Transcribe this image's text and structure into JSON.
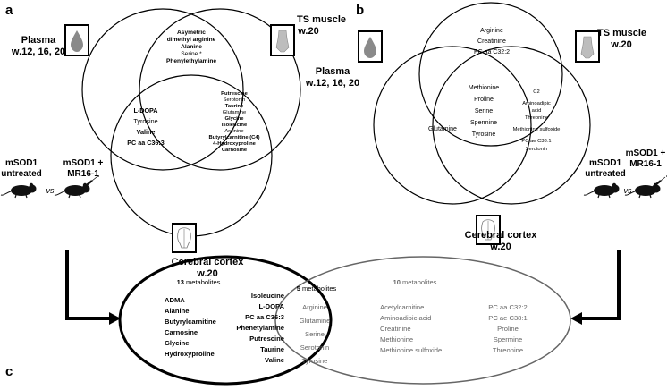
{
  "panel_a": {
    "letter": "a",
    "plasma_label": [
      "Plasma",
      "w.12, 16, 20"
    ],
    "ts_label": [
      "TS muscle",
      "w.20"
    ],
    "cortex_label": [
      "Cerebral cortex",
      "w.20"
    ],
    "untreated_label": [
      "mSOD1",
      "untreated"
    ],
    "treated_label": [
      "mSOD1 +",
      "MR16-1"
    ],
    "vs": "vs",
    "plasma_ts_items": [
      "Asymetric",
      "dimethyl arginine",
      "Alanine",
      "Serine *",
      "Phenylethylamine"
    ],
    "plasma_ts_bold": [
      true,
      true,
      true,
      false,
      true
    ],
    "plasma_cortex_items": [
      "L-DOPA",
      "Tyrosine",
      "Valine",
      "PC aa C36:3"
    ],
    "plasma_cortex_bold": [
      true,
      false,
      true,
      true
    ],
    "center_items": [
      "Putrescine",
      "Serotonin",
      "Taurine",
      "Glutamine",
      "Glycine",
      "Isoleucine",
      "Arginine",
      "Butyrylcarnitine (C4)",
      "4-Hydroxyproline",
      "Carnosine"
    ],
    "center_bold": [
      true,
      false,
      true,
      false,
      true,
      true,
      false,
      true,
      true,
      true
    ]
  },
  "panel_b": {
    "letter": "b",
    "plasma_label": [
      "Plasma",
      "w.12, 16, 20"
    ],
    "ts_label": [
      "TS muscle",
      "w.20"
    ],
    "cortex_label": [
      "Cerebral cortex",
      "w.20"
    ],
    "untreated_label": [
      "mSOD1",
      "untreated"
    ],
    "treated_label": [
      "mSOD1 +",
      "MR16-1"
    ],
    "vs": "vs",
    "top_overlap_items": [
      "Arginine",
      "Creatinine",
      "PC aa C32:2"
    ],
    "center_items": [
      "Methionine",
      "Proline",
      "Serine",
      "Spermine",
      "Tyrosine"
    ],
    "left_only_items": [
      "Glutamine"
    ],
    "right_overlap_items": [
      "C2",
      "Aminoadipic",
      "acid",
      "Threonine",
      "Methionine sulfoxide",
      "PC ae C38:1",
      "Serotonin"
    ]
  },
  "panel_c": {
    "letter": "c",
    "left_count": "13 metabolites",
    "left_count_num": "13",
    "left_count_word": " metabolites",
    "left_col1": [
      "ADMA",
      "Alanine",
      "Butyrylcarnitine",
      "Carnosine",
      "Glycine",
      "Hydroxyproline"
    ],
    "left_col2": [
      "Isoleucine",
      "L-DOPA",
      "PC aa C36:3",
      "Phenetylamine",
      "Putrescine",
      "Taurine",
      "Valine"
    ],
    "mid_count_num": "5",
    "mid_count_word": " metabolites",
    "mid_items": [
      "Arginine",
      "Glutamine",
      "Serine",
      "Serotonin",
      "Tyrosine"
    ],
    "right_count_num": "10",
    "right_count_word": " metabolites",
    "right_col1": [
      "Acetylcarnitine",
      "Aminoadipic acid",
      "Creatinine",
      "Methionine",
      "Methionine sulfoxide"
    ],
    "right_col2": [
      "PC aa C32:2",
      "PC ae C38:1",
      "Proline",
      "Spermine",
      "Threonine"
    ]
  }
}
